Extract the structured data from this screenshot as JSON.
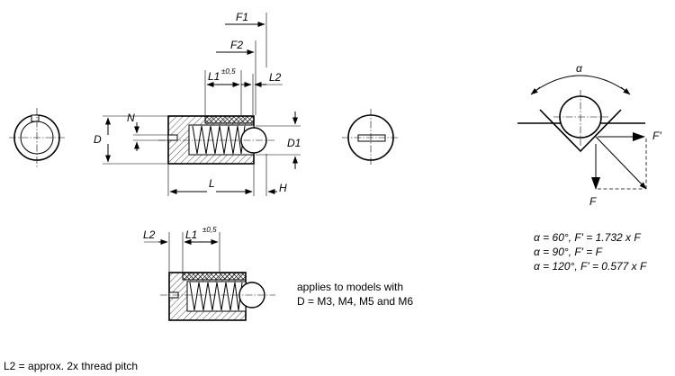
{
  "labels": {
    "F1": "F1",
    "F2": "F2",
    "L1": "L1",
    "L1_tol": "±0,5",
    "L2": "L2",
    "D": "D",
    "N": "N",
    "D1": "D1",
    "L": "L",
    "H": "H",
    "alpha": "α",
    "F": "F",
    "F_prime": "F'"
  },
  "formulas": [
    "α = 60°, F' = 1.732 x F",
    "α = 90°, F' = F",
    "α = 120°, F' = 0.577 x F"
  ],
  "model_note": {
    "line1": "applies to models with",
    "line2": "D = M3, M4, M5 and M6"
  },
  "footnote": "L2 = approx. 2x thread pitch"
}
